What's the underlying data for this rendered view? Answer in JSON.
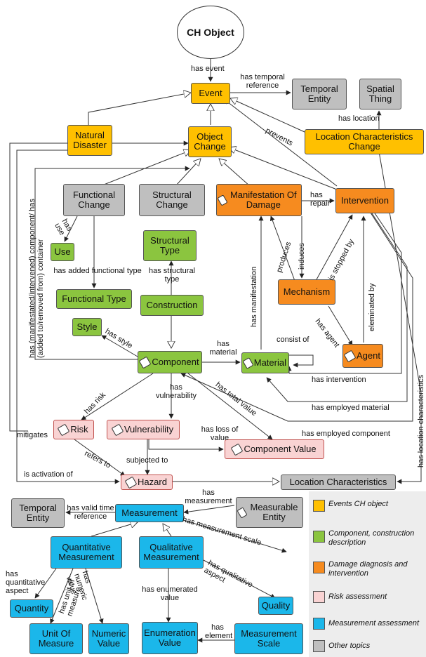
{
  "nodes": {
    "ch_object": "CH Object",
    "event": "Event",
    "temporal_entity_top": "Temporal Entity",
    "spatial_thing": "Spatial Thing",
    "natural_disaster": "Natural Disaster",
    "object_change": "Object Change",
    "location_characteristics_change": "Location Characteristics Change",
    "functional_change": "Functional Change",
    "structural_change": "Structural Change",
    "manifestation_of_damage": "Manifestation Of Damage",
    "intervention": "Intervention",
    "use": "Use",
    "structural_type": "Structural Type",
    "functional_type": "Functional Type",
    "construction": "Construction",
    "mechanism": "Mechanism",
    "style": "Style",
    "component": "Component",
    "material": "Material",
    "agent": "Agent",
    "risk": "Risk",
    "vulnerability": "Vulnerability",
    "component_value": "Component Value",
    "hazard": "Hazard",
    "location_characteristics": "Location Characteristics",
    "temporal_entity_bottom": "Temporal Entity",
    "measurement": "Measurement",
    "measurable_entity": "Measurable Entity",
    "quantitative_measurement": "Quantitative Measurement",
    "qualitative_measurement": "Qualitative Measurement",
    "quantity": "Quantity",
    "quality": "Quality",
    "unit_of_measure": "Unit Of Measure",
    "numeric_value": "Numeric Value",
    "enumeration_value": "Enumeration Value",
    "measurement_scale": "Measurement Scale"
  },
  "edge_labels": {
    "has_event": "has event",
    "has_temporal_reference": "has temporal reference",
    "has_location": "has location",
    "prevents": "prevents",
    "has_component_container": "has (manifestated/intervened) component/ has (added to/removed from) container",
    "has_use": "has use",
    "has_added_functional_type": "has added functional type",
    "has_structural_type": "has structural type",
    "has_repair": "has repair",
    "produces": "produces",
    "induces": "induces",
    "is_stopped_by": "is stopped by",
    "has_manifestation": "has manifestation",
    "eleminated_by": "eleminated by",
    "has_agent": "has agent",
    "consist_of": "consist of",
    "has_style": "has style",
    "has_material": "has material",
    "has_location_characteristics": "has location characteristics",
    "has_intervention": "has intervention",
    "has_risk": "has risk",
    "has_vulnerability": "has vulnerability",
    "has_total_value": "has total value",
    "has_employed_material": "has employed material",
    "has_employed_component": "has employed component",
    "mitigates": "mitigates",
    "has_loss_of_value": "has loss of value",
    "refers_to": "refers to",
    "subjected_to": "subjected to",
    "is_activation_of": "is activation of",
    "has_measurement": "has measurement",
    "has_valid_time_reference": "has valid time reference",
    "has_measurement_scale": "has measurement scale",
    "has_quantitative_aspect": "has quantitative aspect",
    "has_unit_of_measure": "has unit of measure",
    "has_numeric_value": "has numeric value",
    "has_enumerated_value": "has enumerated value",
    "has_qualitative_aspect": "has qualitative aspect",
    "has_element": "has element"
  },
  "legend": [
    {
      "label": "Events  CH object",
      "color": "#FFC000"
    },
    {
      "label": "Component, construction description",
      "color": "#8BC53F"
    },
    {
      "label": "Damage diagnosis and intervention",
      "color": "#F68B1F"
    },
    {
      "label": "Risk assessment",
      "color": "#F9D3D3"
    },
    {
      "label": "Measurement assessment",
      "color": "#1BB7EA"
    },
    {
      "label": "Other topics",
      "color": "#BFBFBF"
    }
  ]
}
